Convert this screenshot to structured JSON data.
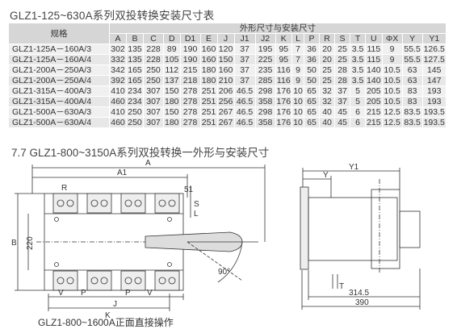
{
  "title": "GLZ1-125~630A系列双投转换安装尺寸表",
  "table": {
    "model_header": "规格",
    "group_header": "外形尺寸与安装尺寸",
    "columns": [
      "A",
      "B",
      "C",
      "D",
      "D1",
      "E",
      "J",
      "J1",
      "J2",
      "K",
      "L",
      "P",
      "R",
      "S",
      "T",
      "U",
      "ΦX",
      "Y",
      "Y1"
    ],
    "rows": [
      {
        "model": "GLZ1-125A－160A/3",
        "values": [
          "302",
          "135",
          "228",
          "89",
          "190",
          "160",
          "120",
          "37",
          "195",
          "95",
          "7",
          "36",
          "20",
          "25",
          "3.5",
          "115",
          "9",
          "55.5",
          "126.5"
        ]
      },
      {
        "model": "GLZ1-125A－160A/4",
        "values": [
          "332",
          "135",
          "228",
          "105",
          "190",
          "160",
          "150",
          "37",
          "225",
          "95",
          "7",
          "36",
          "20",
          "25",
          "3.5",
          "115",
          "9",
          "55.5",
          "127.5"
        ]
      },
      {
        "model": "GLZ1-200A－250A/3",
        "values": [
          "342",
          "165",
          "250",
          "112",
          "215",
          "180",
          "160",
          "37",
          "235",
          "116",
          "9",
          "50",
          "25",
          "28",
          "3.5",
          "140",
          "10.5",
          "63",
          "145"
        ]
      },
      {
        "model": "GLZ1-200A－250A/4",
        "values": [
          "392",
          "165",
          "250",
          "137",
          "218",
          "180",
          "210",
          "37",
          "285",
          "116",
          "9",
          "50",
          "25",
          "28",
          "3.5",
          "140",
          "10.5",
          "63",
          "147"
        ]
      },
      {
        "model": "GLZ1-315A－400A/3",
        "values": [
          "410",
          "234",
          "307",
          "150",
          "278",
          "251",
          "206",
          "46.5",
          "298",
          "176",
          "10",
          "65",
          "32",
          "37",
          "5",
          "205",
          "10.5",
          "83",
          "193"
        ]
      },
      {
        "model": "GLZ1-315A－400A/4",
        "values": [
          "460",
          "234",
          "307",
          "180",
          "278",
          "251",
          "256",
          "46.5",
          "358",
          "176",
          "10",
          "65",
          "32",
          "37",
          "5",
          "205",
          "10.5",
          "83",
          "193"
        ]
      },
      {
        "model": "GLZ1-500A－630A/3",
        "values": [
          "410",
          "250",
          "307",
          "150",
          "278",
          "251",
          "267",
          "46.5",
          "298",
          "176",
          "10",
          "65",
          "40",
          "45",
          "6",
          "215",
          "12.5",
          "83.5",
          "193.5"
        ]
      },
      {
        "model": "GLZ1-500A－630A/4",
        "values": [
          "460",
          "250",
          "307",
          "180",
          "278",
          "251",
          "267",
          "46.5",
          "358",
          "176",
          "10",
          "65",
          "40",
          "45",
          "6",
          "215",
          "12.5",
          "83.5",
          "193.5"
        ]
      }
    ]
  },
  "subtitle": "7.7 GLZ1-800~3150A系列双投转换一外形与安装尺寸",
  "drawing_labels": {
    "A": "A",
    "A1": "A1",
    "R": "R",
    "S": "S",
    "L": "L",
    "N51": "51",
    "B": "B",
    "h220": "220",
    "angle": "90°",
    "V1": "V",
    "P1": "P",
    "P2": "P",
    "V2": "V",
    "J": "J",
    "K": "K",
    "Y": "Y",
    "Y1": "Y1",
    "T": "T",
    "d3145": "314.5",
    "d390": "390"
  },
  "caption": "GLZ1-800~1600A正面直接操作"
}
